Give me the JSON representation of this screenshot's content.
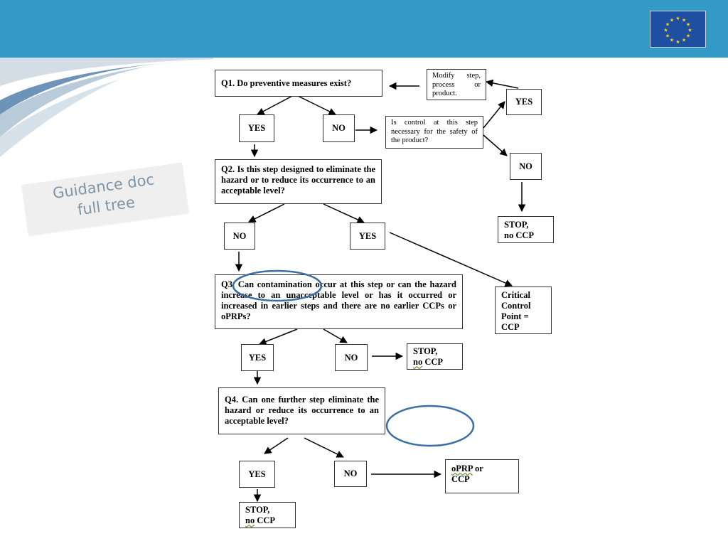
{
  "slide_label": {
    "line1": "Guidance doc",
    "line2": "full tree"
  },
  "q1": {
    "text": "Q1. Do preventive measures exist?"
  },
  "q1_yes": "YES",
  "q1_no": "NO",
  "modify": {
    "text": "Modify step, process or product."
  },
  "control": {
    "text": "Is control at this step necessary for the safety of the product?"
  },
  "control_yes": "YES",
  "control_no": "NO",
  "stop1": {
    "line1": "STOP,",
    "line2": "no CCP"
  },
  "q2": {
    "text": "Q2. Is this step designed to eliminate the hazard or to reduce its occurrence to an acceptable level?"
  },
  "q2_no": "NO",
  "q2_yes": "YES",
  "ccp": {
    "line1": "Critical",
    "line2": "Control",
    "line3": "Point =",
    "line4": "CCP"
  },
  "q3": {
    "text": "Q3. Can contamination occur at this step or can the hazard increase to an unacceptable level or has it occurred or increased in earlier steps and there are no earlier CCPs or oPRPs?"
  },
  "q3_yes": "YES",
  "q3_no": "NO",
  "stop2": {
    "line1": "STOP,",
    "line2a": "no",
    "line2b": " CCP"
  },
  "q4": {
    "text": "Q4. Can one further step eliminate the hazard or reduce its occurrence to an acceptable level?"
  },
  "q4_yes": "YES",
  "q4_no": "NO",
  "oprp": {
    "line1a": "oPRP",
    "line1b": " or",
    "line2": "CCP"
  },
  "stop3": {
    "line1": "STOP,",
    "line2a": "no",
    "line2b": " CCP"
  },
  "colors": {
    "header": "#3399c7",
    "ellipse": "#3a6ea5",
    "eu_blue": "#1f4fa0",
    "eu_star": "#ffd617"
  }
}
